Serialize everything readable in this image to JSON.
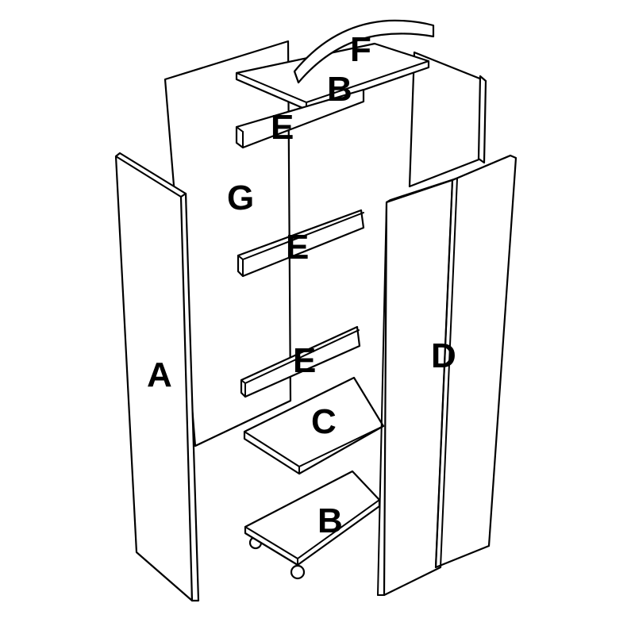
{
  "diagram": {
    "labels": {
      "side_panel": "A",
      "top_shelf": "B",
      "bottom_base": "B",
      "middle_shelf": "C",
      "doors": "D",
      "rail_top": "E",
      "rail_middle": "E",
      "rail_bottom": "E",
      "crown": "F",
      "back_panel": "G"
    },
    "colors": {
      "line": "#000000",
      "fill": "#ffffff"
    }
  }
}
